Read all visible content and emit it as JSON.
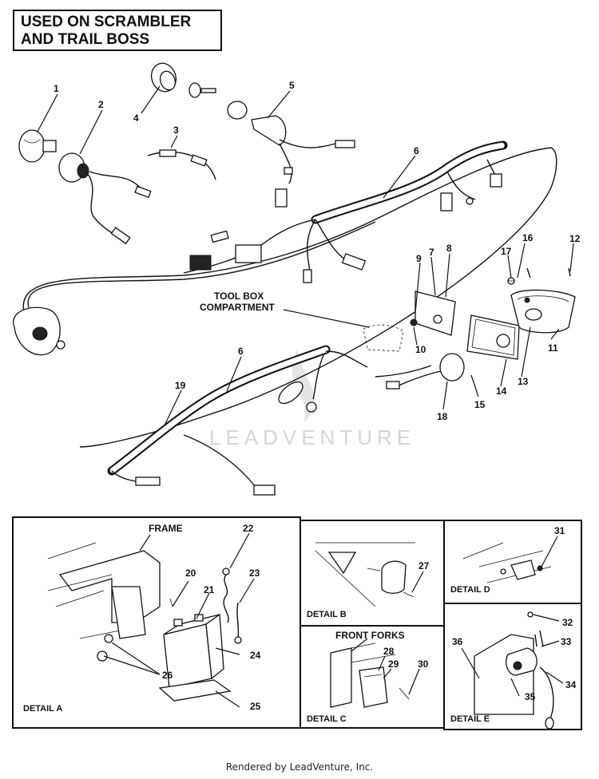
{
  "title": {
    "line1": "USED ON SCRAMBLER",
    "line2": "AND TRAIL BOSS"
  },
  "labels": {
    "tool_box": "TOOL BOX",
    "compartment": "COMPARTMENT",
    "frame": "FRAME",
    "front_forks": "FRONT FORKS"
  },
  "details": {
    "a": "DETAIL A",
    "b": "DETAIL B",
    "c": "DETAIL C",
    "d": "DETAIL D",
    "e": "DETAIL E"
  },
  "callouts": {
    "n1": "1",
    "n2": "2",
    "n3": "3",
    "n4": "4",
    "n5": "5",
    "n6a": "6",
    "n6b": "6",
    "n7": "7",
    "n8": "8",
    "n9": "9",
    "n10": "10",
    "n11": "11",
    "n12": "12",
    "n13": "13",
    "n14": "14",
    "n15": "15",
    "n16": "16",
    "n17": "17",
    "n18": "18",
    "n19": "19",
    "n20": "20",
    "n21": "21",
    "n22": "22",
    "n23": "23",
    "n24": "24",
    "n25": "25",
    "n26": "26",
    "n27": "27",
    "n28": "28",
    "n29": "29",
    "n30": "30",
    "n31": "31",
    "n32": "32",
    "n33": "33",
    "n34": "34",
    "n35": "35",
    "n36": "36"
  },
  "watermark": "LEADVENTURE",
  "footer": "Rendered by LeadVenture, Inc."
}
